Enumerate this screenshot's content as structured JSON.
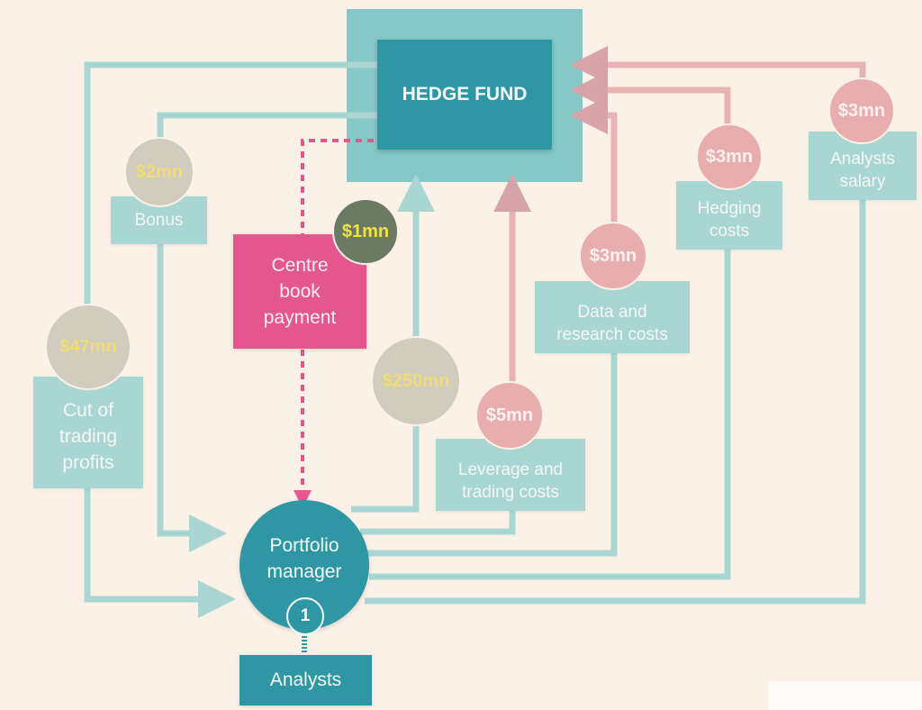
{
  "colors": {
    "background": "#fcf1e7",
    "teal_dark": "#2f97a3",
    "teal_light": "#86c8c8",
    "flow_teal": "#a9d6d3",
    "flow_pink": "#e8b3b3",
    "centre_book_pink": "#e3578d",
    "bubble_grey": "#d0cdbf",
    "bubble_pink": "#e8aeae",
    "bubble_dark": "#6b7a62",
    "money_yellow": "#f1dc79"
  },
  "hedge_fund": {
    "label": "HEDGE FUND"
  },
  "portfolio_manager": {
    "label": "Portfolio\nmanager",
    "badge": "1"
  },
  "analysts": {
    "label": "Analysts"
  },
  "centre_book": {
    "label": "Centre\nbook\npayment",
    "amount": "$1mn"
  },
  "flows": {
    "bonus": {
      "label": "Bonus",
      "amount": "$2mn"
    },
    "cut_of_trading_profits": {
      "label": "Cut of\ntrading\nprofits",
      "amount": "$47mn"
    },
    "capital": {
      "amount": "$250mn"
    },
    "leverage": {
      "label": "Leverage and\ntrading costs",
      "amount": "$5mn"
    },
    "data_research": {
      "label": "Data and\nresearch costs",
      "amount": "$3mn"
    },
    "hedging": {
      "label": "Hedging\ncosts",
      "amount": "$3mn"
    },
    "analysts_salary": {
      "label": "Analysts\nsalary",
      "amount": "$3mn"
    }
  }
}
